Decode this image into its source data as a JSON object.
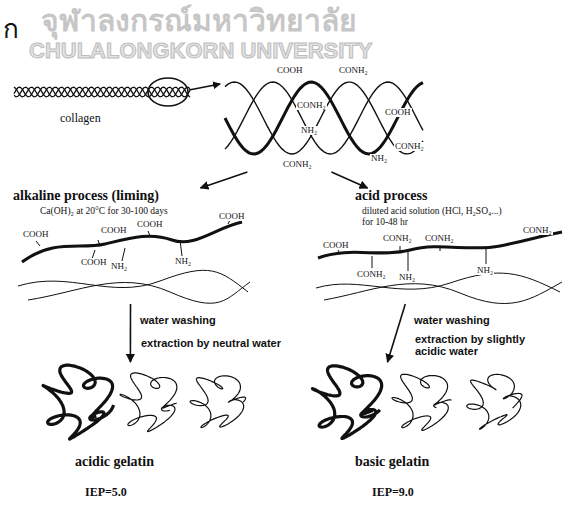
{
  "diagram": {
    "nodes": [
      {
        "text": [
          "collagen"
        ]
      },
      {
        "text": [
          "alkaline process (liming)",
          "Ca(OH)₂ at 20°C for 30-100 days"
        ]
      },
      {
        "text": [
          "acid process",
          "diluted acid solution (HCl, H₂SO₄...)",
          "for 10-48 hr"
        ]
      },
      {
        "text": [
          "acidic gelatin",
          "IEP=5.0"
        ]
      },
      {
        "text": [
          "basic gelatin",
          "IEP=9.0"
        ]
      }
    ],
    "edges": [
      {
        "from": 0,
        "to": 1,
        "arrow": "to"
      },
      {
        "from": 0,
        "to": 2,
        "arrow": "to"
      },
      {
        "from": 1,
        "to": 3,
        "label": "water washing",
        "arrow": "to"
      },
      {
        "from": 2,
        "to": 4,
        "label": "water washing",
        "arrow": "to"
      }
    ],
    "labels": [
      "ก",
      "จุฬาลงกรณ์มหาวิทยาลัย",
      "CHULALONGKORN UNIVERSITY",
      "COOH",
      "CONH₂",
      "CONH₂",
      "NH₂",
      "COOH",
      "NH₂",
      "CONH₂",
      "CONH₂",
      "COOH",
      "COOH",
      "COOH",
      "COOH",
      "COOH",
      "NH₂",
      "NH₂",
      "COOH",
      "CONH₂",
      "CONH₂",
      "CONH₂",
      "CONH₂",
      "NH₂",
      "NH₂",
      "extraction by neutral water",
      "extraction by slightly acidic water"
    ]
  }
}
